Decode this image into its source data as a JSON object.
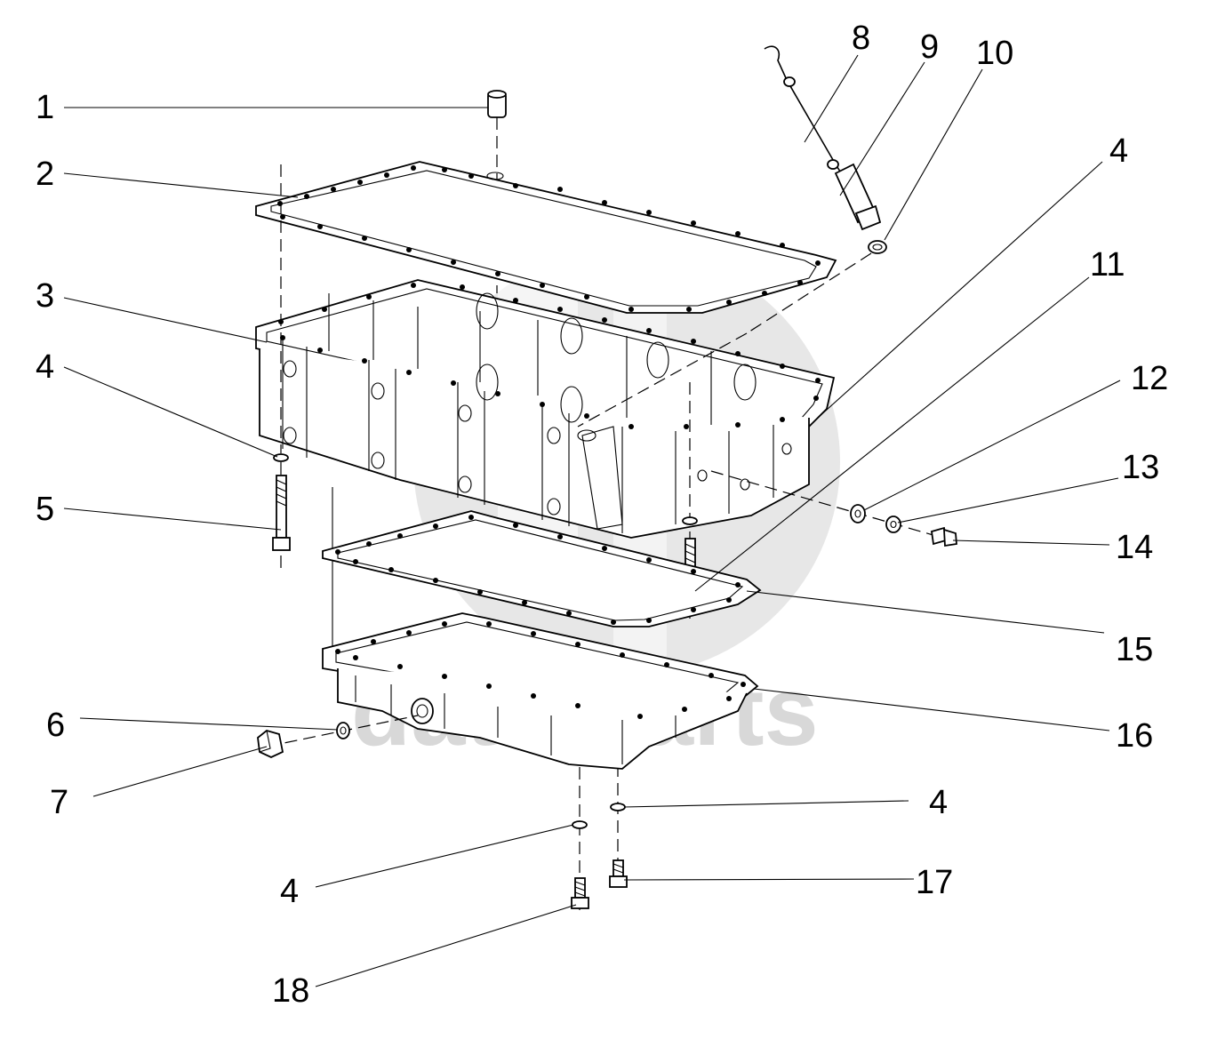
{
  "watermark": {
    "text": "data parts",
    "color": "#d4d4d4"
  },
  "callouts": [
    {
      "id": "c1",
      "label": "1"
    },
    {
      "id": "c2",
      "label": "2"
    },
    {
      "id": "c3",
      "label": "3"
    },
    {
      "id": "c4a",
      "label": "4"
    },
    {
      "id": "c5",
      "label": "5"
    },
    {
      "id": "c6",
      "label": "6"
    },
    {
      "id": "c7",
      "label": "7"
    },
    {
      "id": "c8",
      "label": "8"
    },
    {
      "id": "c9",
      "label": "9"
    },
    {
      "id": "c10",
      "label": "10"
    },
    {
      "id": "c4b",
      "label": "4"
    },
    {
      "id": "c11",
      "label": "11"
    },
    {
      "id": "c12",
      "label": "12"
    },
    {
      "id": "c13",
      "label": "13"
    },
    {
      "id": "c14",
      "label": "14"
    },
    {
      "id": "c15",
      "label": "15"
    },
    {
      "id": "c16",
      "label": "16"
    },
    {
      "id": "c4c",
      "label": "4"
    },
    {
      "id": "c17",
      "label": "17"
    },
    {
      "id": "c4d",
      "label": "4"
    },
    {
      "id": "c18",
      "label": "18"
    }
  ]
}
